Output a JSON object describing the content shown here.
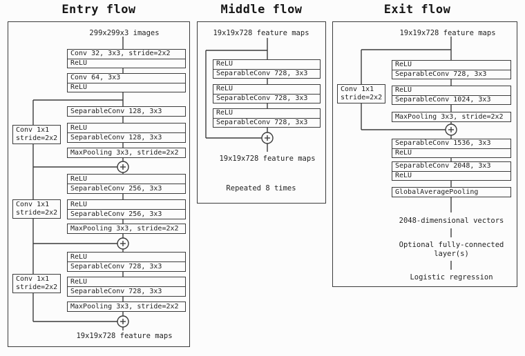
{
  "colors": {
    "line": "#3a3a3a",
    "text": "#1e1e1e",
    "background": "#fcfcfc"
  },
  "merge_operator": "+",
  "flows": {
    "entry": {
      "title": "Entry flow",
      "input_label": "299x299x3 images",
      "output_label": "19x19x728 feature maps",
      "boxes": [
        {
          "rows": [
            "Conv 32, 3x3, stride=2x2",
            "ReLU"
          ]
        },
        {
          "rows": [
            "Conv 64, 3x3",
            "ReLU"
          ]
        },
        {
          "rows": [
            "SeparableConv 128, 3x3"
          ]
        },
        {
          "rows": [
            "ReLU",
            "SeparableConv 128, 3x3"
          ]
        },
        {
          "rows": [
            "MaxPooling 3x3, stride=2x2"
          ]
        },
        {
          "rows": [
            "ReLU",
            "SeparableConv 256, 3x3"
          ]
        },
        {
          "rows": [
            "ReLU",
            "SeparableConv 256, 3x3"
          ]
        },
        {
          "rows": [
            "MaxPooling 3x3, stride=2x2"
          ]
        },
        {
          "rows": [
            "ReLU",
            "SeparableConv 728, 3x3"
          ]
        },
        {
          "rows": [
            "ReLU",
            "SeparableConv 728, 3x3"
          ]
        },
        {
          "rows": [
            "MaxPooling 3x3, stride=2x2"
          ]
        }
      ],
      "skip_convs": [
        {
          "line1": "Conv 1x1",
          "line2": "stride=2x2"
        },
        {
          "line1": "Conv 1x1",
          "line2": "stride=2x2"
        },
        {
          "line1": "Conv 1x1",
          "line2": "stride=2x2"
        }
      ]
    },
    "middle": {
      "title": "Middle flow",
      "input_label": "19x19x728 feature maps",
      "output_label": "19x19x728 feature maps",
      "note": "Repeated 8 times",
      "boxes": [
        {
          "rows": [
            "ReLU",
            "SeparableConv 728, 3x3"
          ]
        },
        {
          "rows": [
            "ReLU",
            "SeparableConv 728, 3x3"
          ]
        },
        {
          "rows": [
            "ReLU",
            "SeparableConv 728, 3x3"
          ]
        }
      ]
    },
    "exit": {
      "title": "Exit flow",
      "input_label": "19x19x728 feature maps",
      "boxes": [
        {
          "rows": [
            "ReLU",
            "SeparableConv 728, 3x3"
          ]
        },
        {
          "rows": [
            "ReLU",
            "SeparableConv 1024, 3x3"
          ]
        },
        {
          "rows": [
            "MaxPooling 3x3, stride=2x2"
          ]
        },
        {
          "rows": [
            "SeparableConv 1536, 3x3",
            "ReLU"
          ]
        },
        {
          "rows": [
            "SeparableConv 2048, 3x3",
            "ReLU"
          ]
        },
        {
          "rows": [
            "GlobalAveragePooling"
          ]
        }
      ],
      "skip_conv": {
        "line1": "Conv 1x1",
        "line2": "stride=2x2"
      },
      "tail_labels": [
        "2048-dimensional vectors",
        "Optional fully-connected",
        "layer(s)",
        "Logistic regression"
      ]
    }
  }
}
